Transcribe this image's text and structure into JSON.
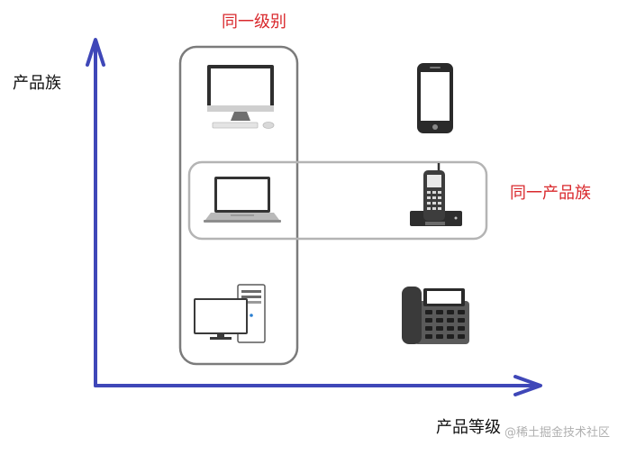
{
  "labels": {
    "y_axis": "产品族",
    "x_axis": "产品等级",
    "same_level": "同一级别",
    "same_family": "同一产品族"
  },
  "watermark": "@稀土掘金技术社区",
  "colors": {
    "axis": "#3f47b8",
    "annotation": "#d9282c",
    "level_box": "#7b7b7b",
    "family_box": "#b4b4b4",
    "device_dark": "#3c3c3c"
  },
  "icons": [
    "desktop-monitor-icon",
    "smartphone-icon",
    "laptop-icon",
    "cordless-phone-icon",
    "desktop-tower-icon",
    "desk-phone-icon"
  ]
}
